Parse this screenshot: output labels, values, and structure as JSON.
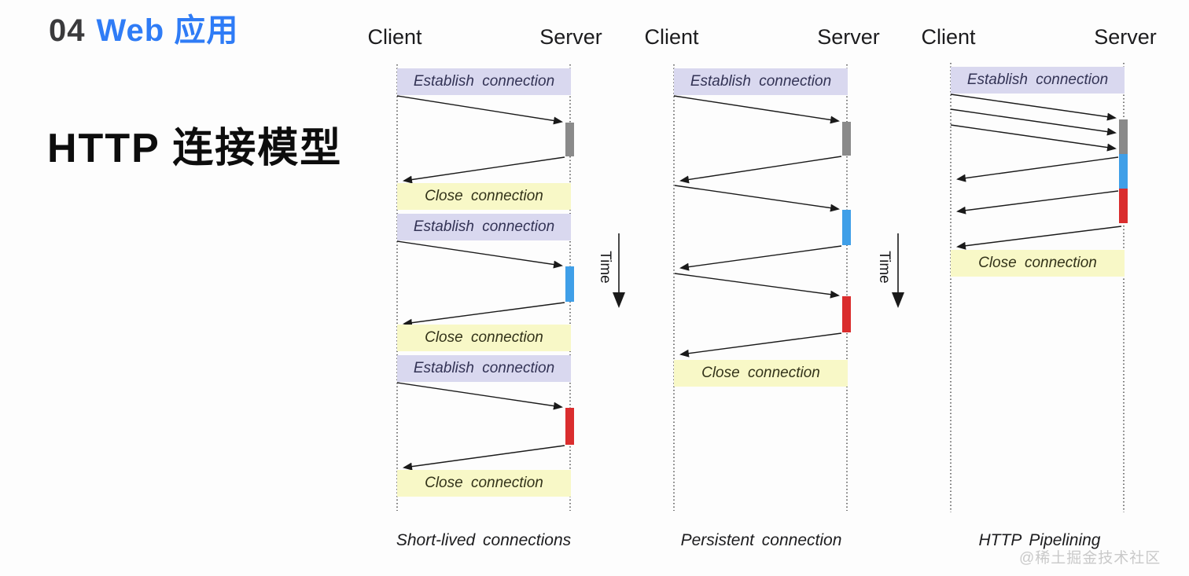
{
  "page": {
    "section_number": "04",
    "section_title": "Web 应用",
    "heading": "HTTP 连接模型",
    "watermark": "@稀土掘金技术社区"
  },
  "labels": {
    "client": "Client",
    "server": "Server",
    "establish": "Establish connection",
    "close": "Close connection",
    "time": "Time"
  },
  "colors": {
    "accent_blue": "#2f7cf6",
    "heading_dark": "#3a3a3c",
    "banner_establish_bg": "#d9d8ef",
    "banner_establish_text": "#333355",
    "banner_close_bg": "#f8f8c7",
    "banner_close_text": "#33331a",
    "bar_gray": "#8a8a8a",
    "bar_blue": "#3f9fe8",
    "bar_red": "#da2d2e",
    "line_color": "#1a1a1a",
    "watermark_color": "#c9c9c9"
  },
  "diagrams": [
    {
      "caption": "Short-lived connections"
    },
    {
      "caption": "Persistent connection"
    },
    {
      "caption": "HTTP Pipelining"
    }
  ]
}
